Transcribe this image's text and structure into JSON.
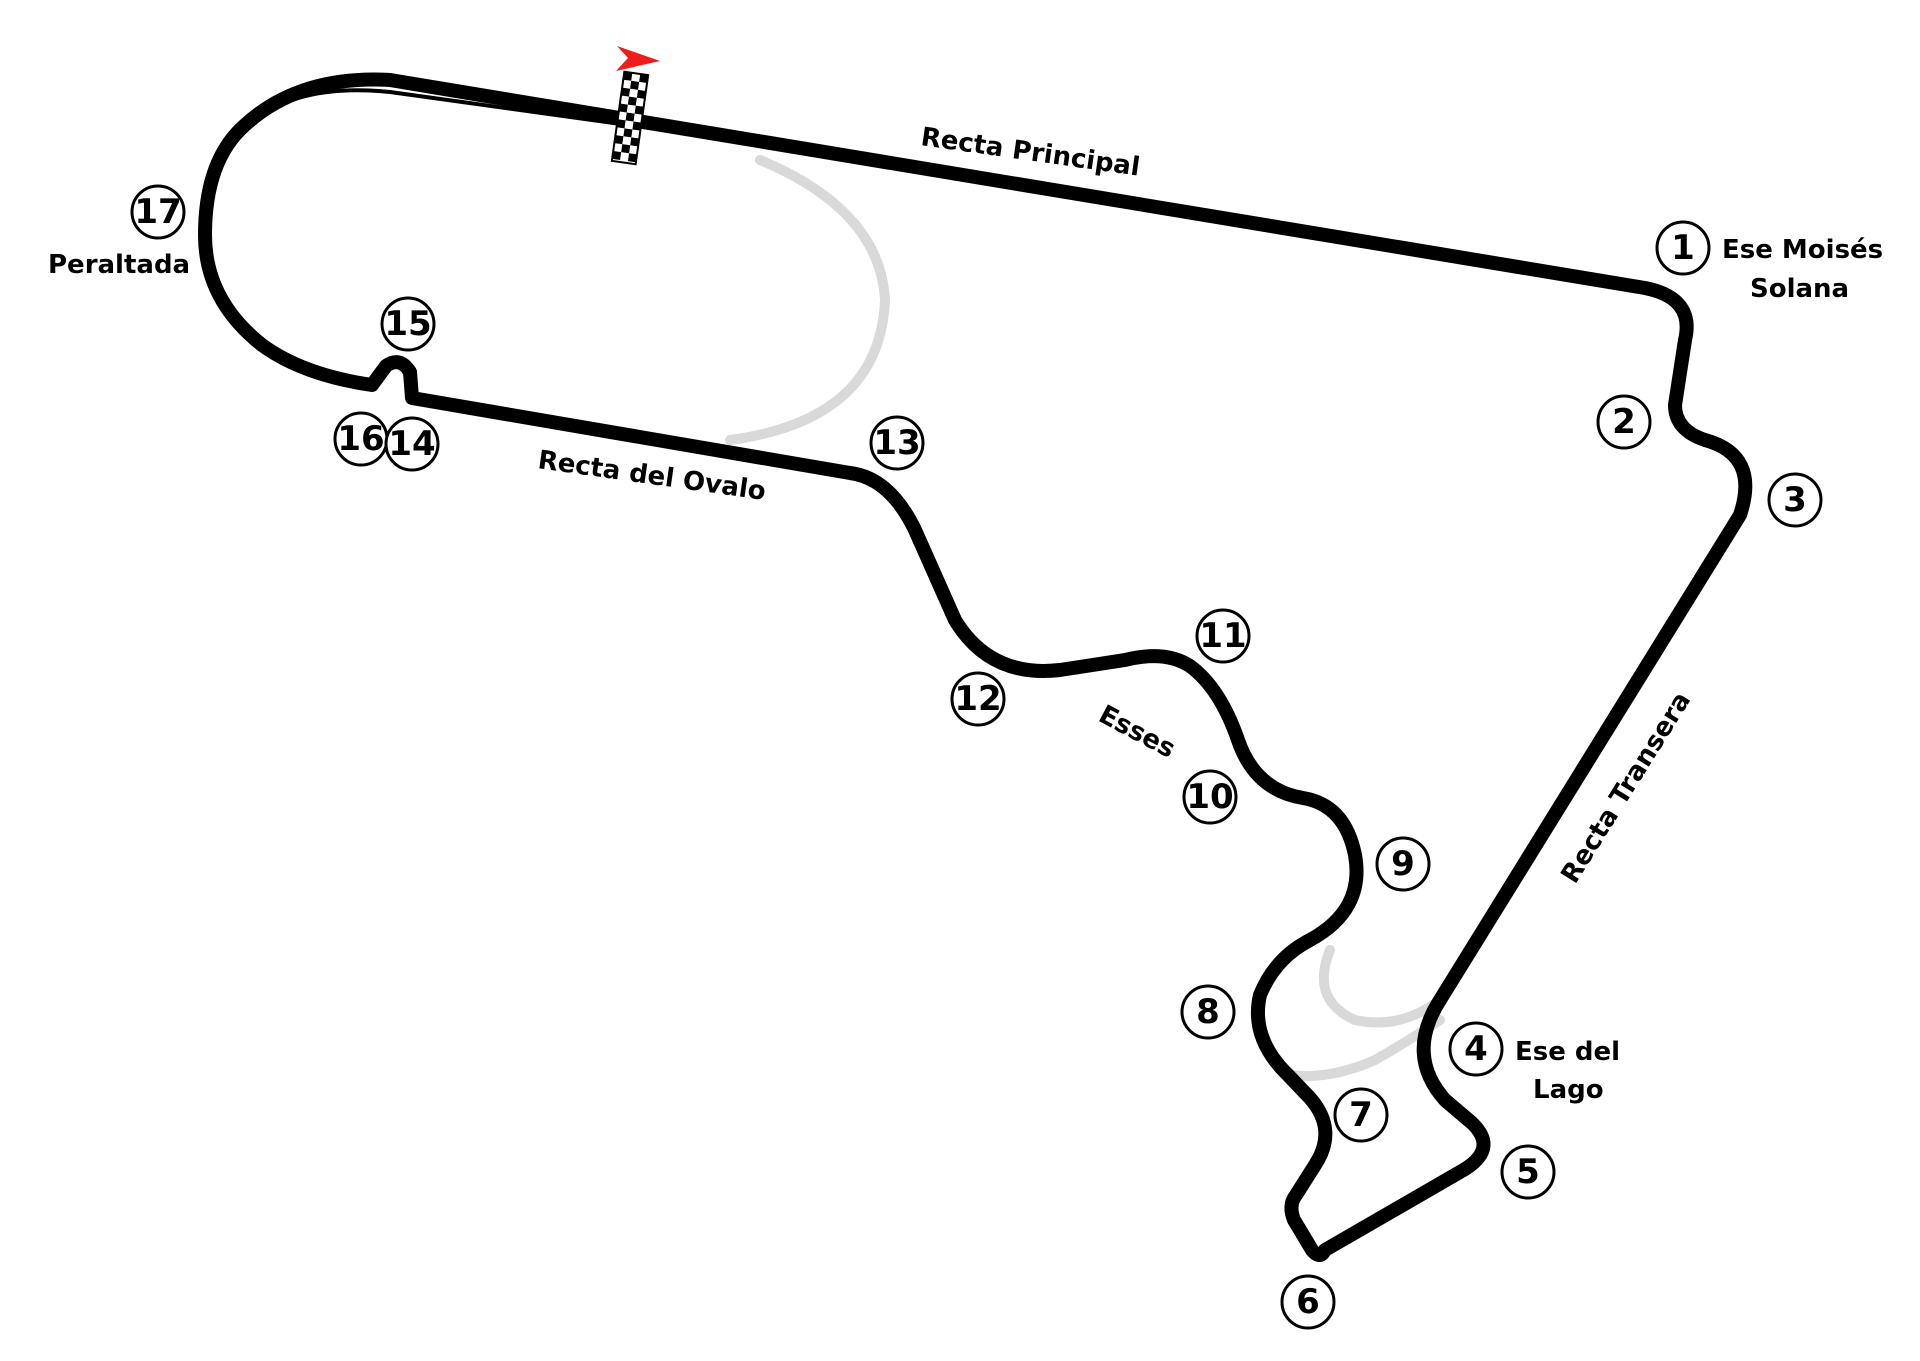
{
  "colors": {
    "track": "#000000",
    "unused_track": "#d9d9d9",
    "flag_arrow": "#ee1c1c",
    "background": "#ffffff"
  },
  "icons": {
    "start_finish": "checkered-flag-icon",
    "direction": "direction-arrow-icon"
  },
  "section_labels": {
    "recta_principal": "Recta Principal",
    "recta_del_ovalo": "Recta del Ovalo",
    "esses": "Esses",
    "recta_transera": "Recta Transera",
    "peraltada": "Peraltada",
    "ese_moises_line1": "Ese Moisés",
    "ese_moises_line2": "Solana",
    "ese_lago_line1": "Ese del",
    "ese_lago_line2": "Lago"
  },
  "turns": [
    "1",
    "2",
    "3",
    "4",
    "5",
    "6",
    "7",
    "8",
    "9",
    "10",
    "11",
    "12",
    "13",
    "14",
    "15",
    "16",
    "17"
  ]
}
